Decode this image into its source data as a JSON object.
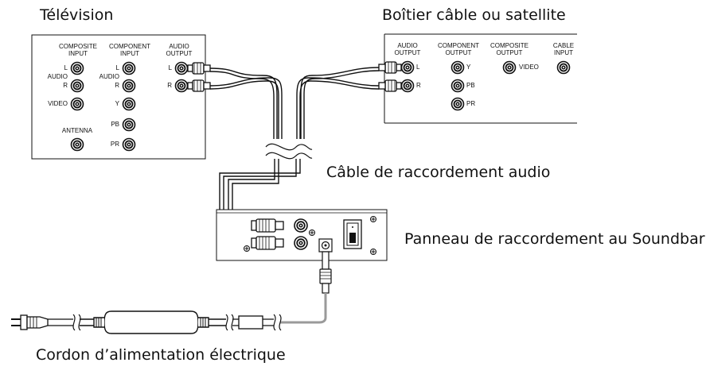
{
  "captions": {
    "tv": "Télévision",
    "box": "Boîtier câble ou satellite",
    "audio_cable": "Câble de raccordement audio",
    "soundbar_panel": "Panneau de raccordement au Soundbar",
    "power_cord": "Cordon d’alimentation électrique"
  },
  "tv": {
    "composite_input": "COMPOSITE\nINPUT",
    "component_input": "COMPONENT\nINPUT",
    "audio_output": "AUDIO\nOUTPUT",
    "antenna": "ANTENNA",
    "l": "L",
    "r": "R",
    "audio": "AUDIO",
    "video": "VIDEO",
    "y": "Y",
    "pb": "PB",
    "pr": "PR"
  },
  "box": {
    "audio_output": "AUDIO\nOUTPUT",
    "component_output": "COMPONENT\nOUTPUT",
    "composite_output": "COMPOSITE\nOUTPUT",
    "cable_input": "CABLE\nINPUT",
    "l": "L",
    "r": "R",
    "y": "Y",
    "pb": "PB",
    "pr": "PR",
    "video": "VIDEO"
  }
}
